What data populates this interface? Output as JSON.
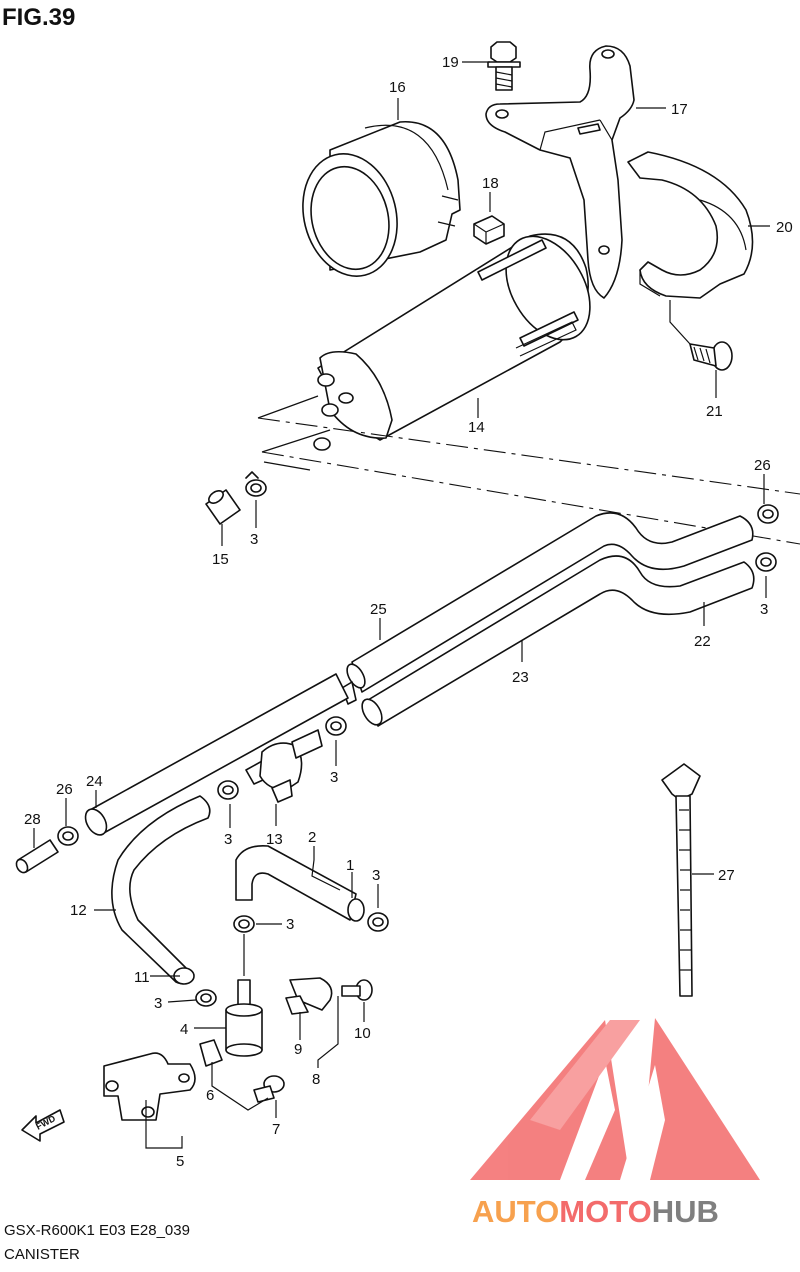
{
  "figure": {
    "title": "FIG.39"
  },
  "footer": {
    "model_code": "GSX-R600K1 E03 E28_039",
    "section_name": "CANISTER"
  },
  "callouts": [
    {
      "id": "c19",
      "label": "19"
    },
    {
      "id": "c16",
      "label": "16"
    },
    {
      "id": "c17",
      "label": "17"
    },
    {
      "id": "c18",
      "label": "18"
    },
    {
      "id": "c20",
      "label": "20"
    },
    {
      "id": "c21",
      "label": "21"
    },
    {
      "id": "c14",
      "label": "14"
    },
    {
      "id": "c26a",
      "label": "26"
    },
    {
      "id": "c3a",
      "label": "3"
    },
    {
      "id": "c15",
      "label": "15"
    },
    {
      "id": "c3b",
      "label": "3"
    },
    {
      "id": "c22",
      "label": "22"
    },
    {
      "id": "c25",
      "label": "25"
    },
    {
      "id": "c23",
      "label": "23"
    },
    {
      "id": "c26b",
      "label": "26"
    },
    {
      "id": "c24",
      "label": "24"
    },
    {
      "id": "c28",
      "label": "28"
    },
    {
      "id": "c3c",
      "label": "3"
    },
    {
      "id": "c3d",
      "label": "3"
    },
    {
      "id": "c13",
      "label": "13"
    },
    {
      "id": "c2",
      "label": "2"
    },
    {
      "id": "c1",
      "label": "1"
    },
    {
      "id": "c3e",
      "label": "3"
    },
    {
      "id": "c12",
      "label": "12"
    },
    {
      "id": "c3f",
      "label": "3"
    },
    {
      "id": "c27",
      "label": "27"
    },
    {
      "id": "c11",
      "label": "11"
    },
    {
      "id": "c3g",
      "label": "3"
    },
    {
      "id": "c4",
      "label": "4"
    },
    {
      "id": "c10",
      "label": "10"
    },
    {
      "id": "c9",
      "label": "9"
    },
    {
      "id": "c8",
      "label": "8"
    },
    {
      "id": "c6",
      "label": "6"
    },
    {
      "id": "c7",
      "label": "7"
    },
    {
      "id": "c5",
      "label": "5"
    }
  ],
  "watermark": {
    "brand_text": "AUTOMOTOHUB"
  },
  "direction_marker": {
    "label": "FWD"
  },
  "colors": {
    "line": "#111111",
    "watermark_red": "#f05a5a",
    "watermark_orange": "#f5a050",
    "watermark_gray": "#7a7a7a"
  }
}
